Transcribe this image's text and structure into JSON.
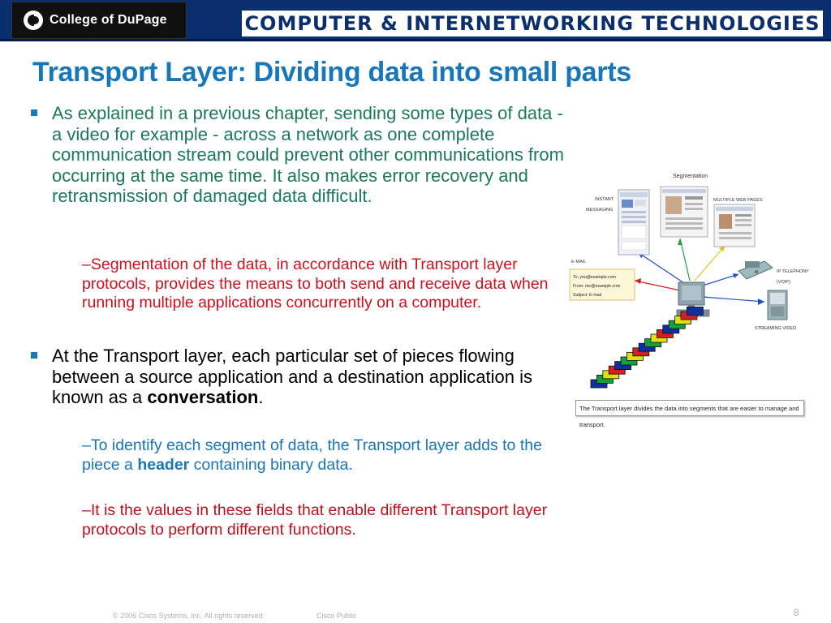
{
  "header": {
    "logo_text": "College of DuPage",
    "banner_text": "COMPUTER & INTERNETWORKING TECHNOLOGIES"
  },
  "title": "Transport Layer: Dividing data into small parts",
  "body": {
    "bullet1": "As explained in a previous chapter, sending some types of data - a video for example - across a network as one complete communication stream could prevent other communications from occurring at the same time. It also makes error recovery and retransmission of damaged data difficult.",
    "sub1": "–Segmentation of the data, in accordance with Transport layer protocols, provides the means to both send and receive data when running multiple applications concurrently on a computer.",
    "bullet2_text": "At the Transport layer, each particular set of pieces flowing between a source application and a destination application is known as a ",
    "bullet2_bold": "conversation",
    "bullet2_end": ".",
    "sub2_text": "–To identify each segment of data, the Transport layer adds to the piece a ",
    "sub2_bold": "header",
    "sub2_end": " containing binary data.",
    "sub3": "–It is the values in these fields that enable different Transport layer protocols to perform different functions."
  },
  "figure": {
    "segmentation_label": "Segmentation",
    "instant_messaging_label_1": "INSTANT",
    "instant_messaging_label_2": "MESSAGING",
    "multiple_web_pages_label": "MULTIPLE WEB PAGES",
    "email_label": "E-MAIL",
    "email_to": "To: you@example.com",
    "email_from": "From: me@example.com",
    "email_subject": "Subject: E-mail",
    "ip_telephony_label_1": "IP TELEPHONY",
    "ip_telephony_label_2": "(VOIP)",
    "streaming_video_label": "STREAMING VIDEO",
    "caption": "The Transport layer divides the data into segments that are easier to manage and transport.",
    "segment_colors": [
      "#1030a0",
      "#10a040",
      "#e0e010",
      "#d02020",
      "#1030a0",
      "#10a040",
      "#e0e010",
      "#d02020",
      "#1030a0",
      "#10a040",
      "#e0e010",
      "#d02020",
      "#1030a0",
      "#10a040",
      "#e0e010",
      "#d02020",
      "#1030a0"
    ]
  },
  "footer": {
    "copyright": "© 2006 Cisco Systems, Inc. All rights reserved.",
    "classification": "Cisco Public",
    "page_number": "8"
  }
}
